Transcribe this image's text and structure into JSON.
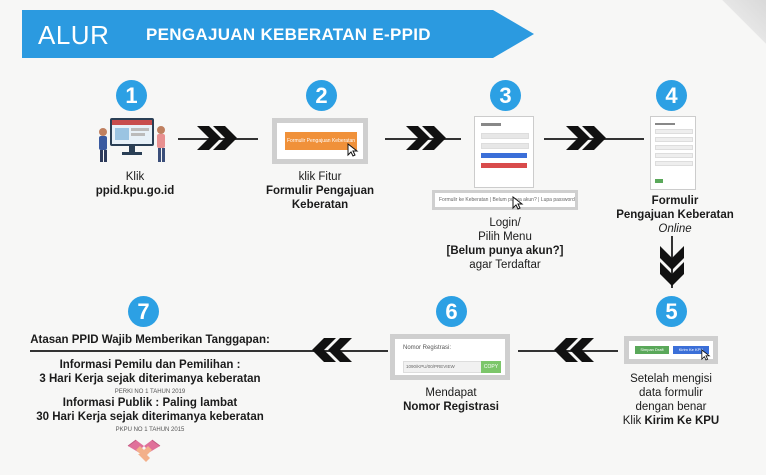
{
  "banner": {
    "prefix": "ALUR",
    "title": "PENGAJUAN KEBERATAN E-PPID"
  },
  "steps": [
    {
      "num": "1",
      "line1": "Klik",
      "line2": "ppid.kpu.go.id"
    },
    {
      "num": "2",
      "line1": "klik Fitur",
      "line2": "Formulir Pengajuan",
      "line3": "Keberatan",
      "button_text": "Formulir Pengajuan Keberatan"
    },
    {
      "num": "3",
      "line1": "Login/",
      "line2": "Pilih Menu",
      "line3": "[Belum punya akun?]",
      "line4": "agar Terdaftar",
      "bar_text": "Formulir ke Keberatan | Belum punya akun? | Lupa password?"
    },
    {
      "num": "4",
      "line1": "Formulir",
      "line2": "Pengajuan Keberatan",
      "line3": "Online"
    },
    {
      "num": "5",
      "line1": "Setelah mengisi",
      "line2": "data formulir",
      "line3": "dengan benar",
      "line4_prefix": "Klik ",
      "line4_bold": "Kirim Ke KPU",
      "btn_a": "Simpan Draft",
      "btn_b": "Kirim Ke KPU"
    },
    {
      "num": "6",
      "line1": "Mendapat",
      "line2": "Nomor Registrasi",
      "reg_label": "Nomor Registrasi:",
      "reg_value": "1090/KPU/00/PREVIEW",
      "copy": "COPY"
    },
    {
      "num": "7",
      "heading": "Atasan PPID Wajib Memberikan Tanggapan:",
      "a_title": "Informasi Pemilu dan Pemilihan :",
      "a_text": "3 Hari Kerja sejak diterimanya keberatan",
      "a_ref": "PERKI NO 1 TAHUN 2019",
      "b_title": "Informasi Publik : Paling lambat",
      "b_text": "30 Hari Kerja sejak diterimanya keberatan",
      "b_ref": "PKPU NO 1 TAHUN 2015"
    }
  ],
  "colors": {
    "accent": "#2ca0e4",
    "banner": "#2b9ae0",
    "chevron": "#111111",
    "button_orange": "#f0913a",
    "copy_green": "#7cc66a"
  }
}
